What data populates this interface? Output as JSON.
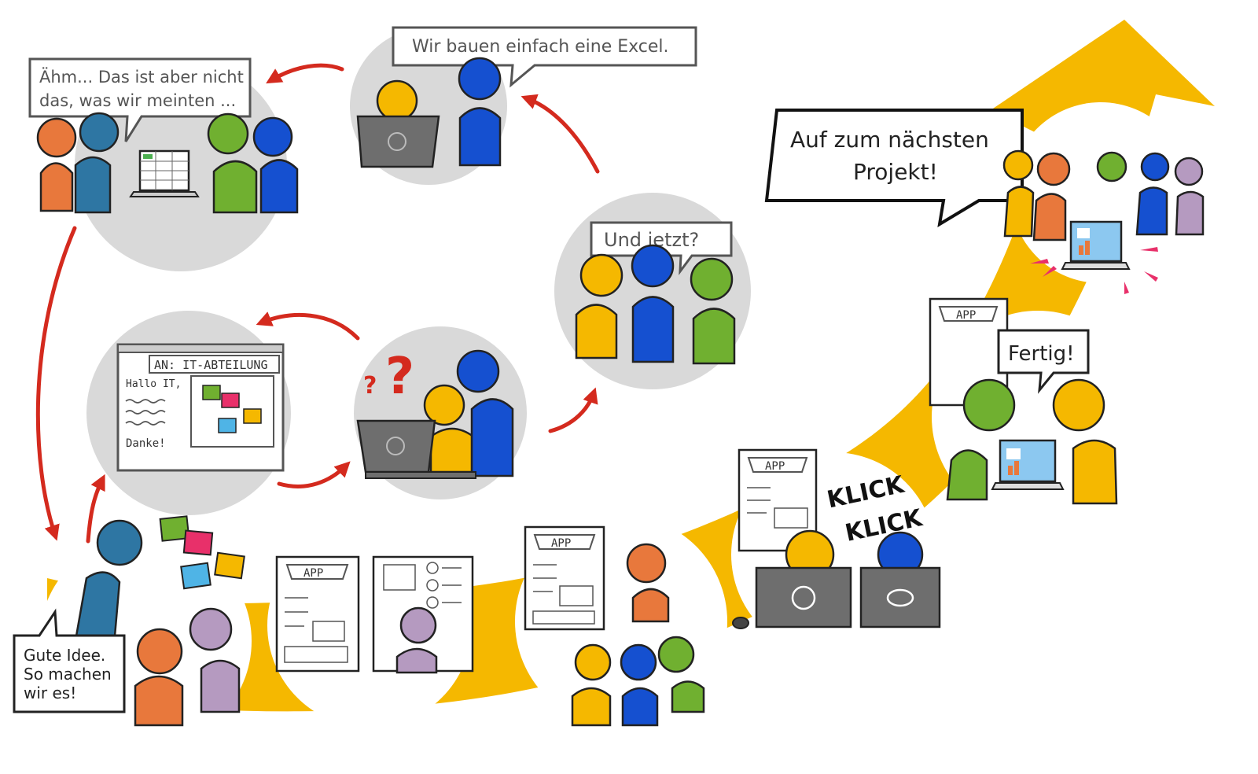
{
  "speech": {
    "hm": [
      "Ähm... Das ist aber nicht",
      "das, was wir meinten ..."
    ],
    "excel": "Wir bauen einfach eine Excel.",
    "jetzt": "Und jetzt?",
    "naechstes": [
      "Auf zum nächsten",
      "Projekt!"
    ],
    "fertig": "Fertig!",
    "gute_idee": [
      "Gute Idee.",
      "So machen",
      "wir es!"
    ]
  },
  "email": {
    "to": "AN: IT-ABTEILUNG",
    "greeting": "Hallo IT,",
    "closing": "Danke!"
  },
  "board": {
    "app_label": "APP"
  },
  "sound": {
    "klick1": "KLICK",
    "klick2": "KLICK"
  },
  "colors": {
    "path": "#F5B800",
    "arrow": "#D42A1E",
    "disk_gray": "#D9D9D9",
    "yellow": "#F5B800",
    "blue": "#1550D0",
    "teal": "#2E76A3",
    "orange": "#E8783C",
    "green": "#70B030",
    "purple": "#B59AC0",
    "laptop": "#6E6E6E",
    "magenta": "#E8306A"
  }
}
